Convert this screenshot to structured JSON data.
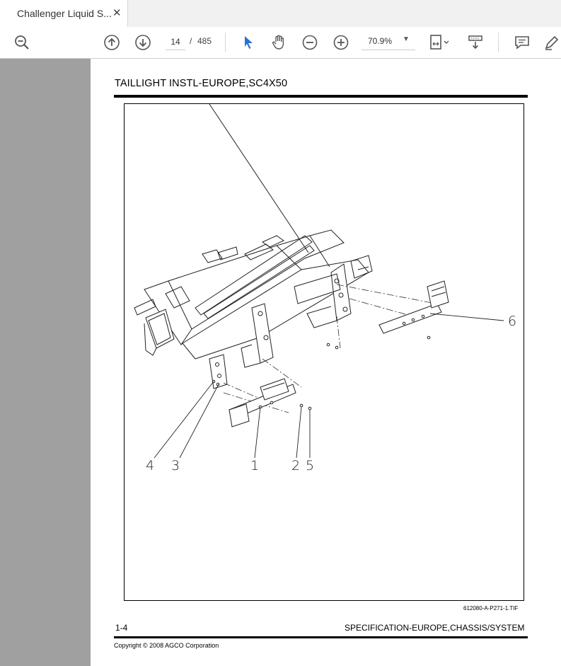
{
  "tab": {
    "title": "Challenger Liquid S...",
    "close": "✕"
  },
  "toolbar": {
    "page_current": "14",
    "page_sep": "/",
    "page_total": "485",
    "zoom": "70.9%",
    "zoom_caret": "▼"
  },
  "document": {
    "title": "TAILLIGHT INSTL-EUROPE,SC4X50",
    "figure_id": "612080-A-P271-1.TIF",
    "page_number": "1-4",
    "section": "SPECIFICATION-EUROPE,CHASSIS/SYSTEM",
    "copyright": "Copyright © 2008 AGCO Corporation",
    "callouts": [
      "6",
      "4",
      "3",
      "1",
      "2",
      "5"
    ]
  },
  "colors": {
    "accent": "#2b6fd6",
    "icon": "#555555"
  }
}
